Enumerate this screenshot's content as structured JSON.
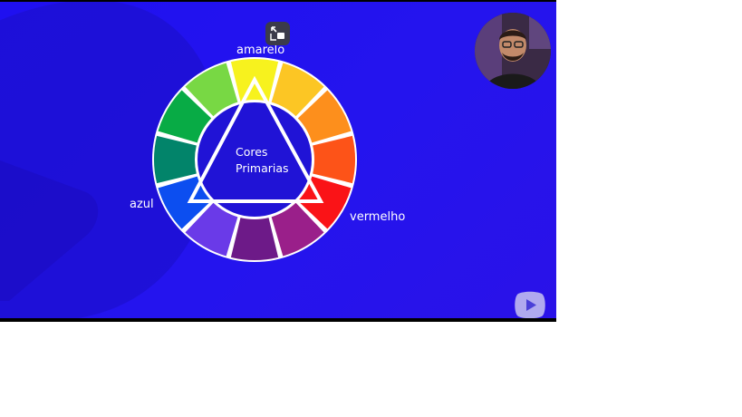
{
  "slide": {
    "labels": {
      "yellow": "amarelo",
      "blue": "azul",
      "red": "vermelho"
    },
    "center_title_line1": "Cores",
    "center_title_line2": "Primarias"
  },
  "wheel_segments": [
    {
      "name": "yellow",
      "color": "#f7f21e"
    },
    {
      "name": "yellow-orange",
      "color": "#fcc624"
    },
    {
      "name": "orange-light",
      "color": "#fd8f1c"
    },
    {
      "name": "orange",
      "color": "#fd5318"
    },
    {
      "name": "red",
      "color": "#fa1317"
    },
    {
      "name": "red-violet",
      "color": "#9a1f8a"
    },
    {
      "name": "violet",
      "color": "#6d1a88"
    },
    {
      "name": "blue-violet",
      "color": "#6a3ae8"
    },
    {
      "name": "blue",
      "color": "#0c4ef0"
    },
    {
      "name": "blue-green",
      "color": "#02846a"
    },
    {
      "name": "green",
      "color": "#08ab45"
    },
    {
      "name": "yellow-green",
      "color": "#78d844"
    }
  ],
  "colors": {
    "background": "#2414ee",
    "wheel_inner": "#2013d6",
    "triangle": "#ffffff"
  },
  "icons": {
    "pip": "picture-in-picture-icon",
    "logo": "play-logo-icon",
    "webcam": "presenter-webcam"
  }
}
